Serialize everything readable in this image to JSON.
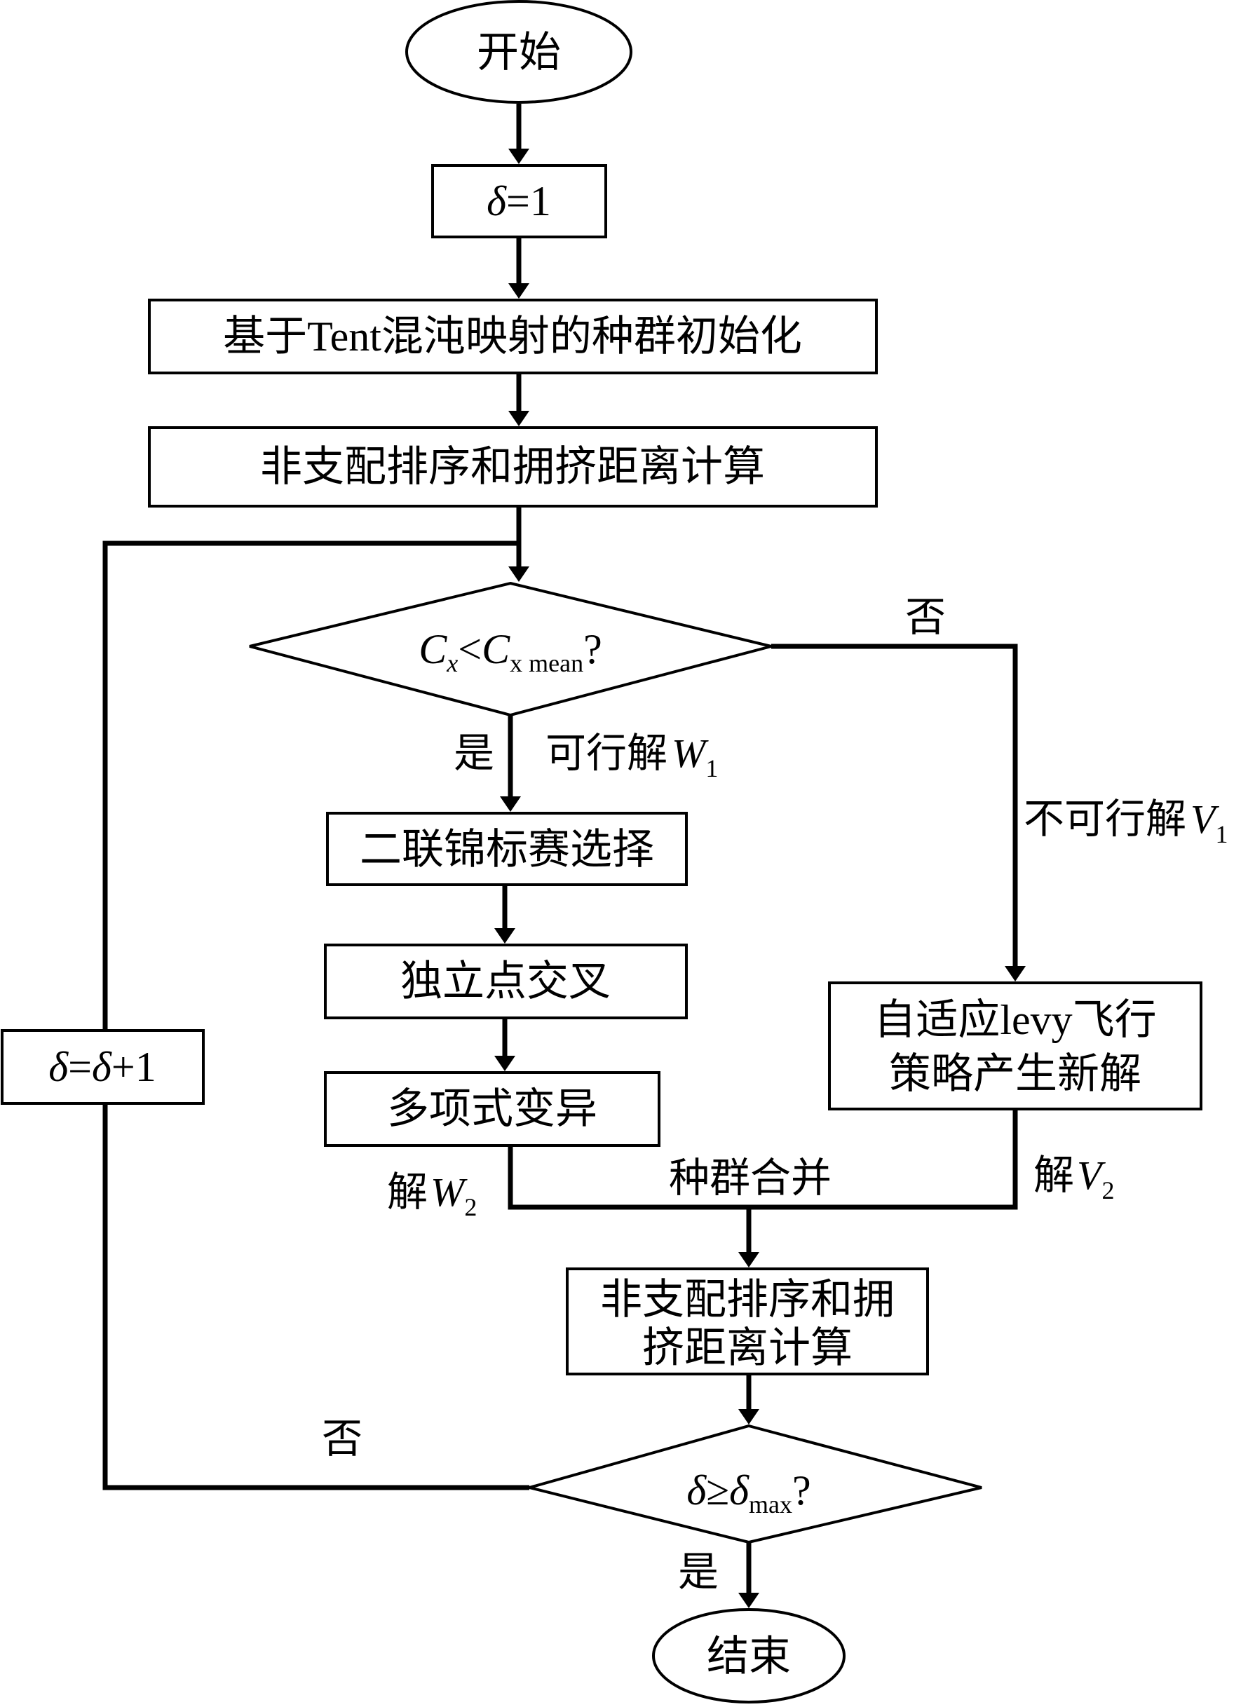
{
  "nodes": {
    "start": "开始",
    "init_delta": {
      "var": "δ",
      "rest": "=1"
    },
    "init_pop": "基于Tent混沌映射的种群初始化",
    "sort1": "非支配排序和拥挤距离计算",
    "decision1": {
      "c": "C",
      "sub": "x",
      "lt": "<",
      "sub2": "x mean",
      "q": "?"
    },
    "tournament": "二联锦标赛选择",
    "crossover": "独立点交叉",
    "mutation": "多项式变异",
    "levy": {
      "line1": "自适应levy飞行",
      "line2": "策略产生新解"
    },
    "sort2": {
      "line1": "非支配排序和拥",
      "line2": "挤距离计算"
    },
    "decision2": {
      "var": "δ",
      "ge": "≥",
      "sub": "max",
      "q": "?"
    },
    "increment": {
      "var": "δ",
      "eq": "=",
      "rest": "+1"
    },
    "end": "结束"
  },
  "edges": {
    "no_top": "否",
    "yes_top": "是",
    "feasible": {
      "text": "可行解",
      "var": "W",
      "sub": "1"
    },
    "infeasible": {
      "text": "不可行解",
      "var": "V",
      "sub": "1"
    },
    "merge": "种群合并",
    "sol_w2": {
      "text": "解",
      "var": "W",
      "sub": "2"
    },
    "sol_v2": {
      "text": "解",
      "var": "V",
      "sub": "2"
    },
    "no_bottom": "否",
    "yes_bottom": "是"
  }
}
